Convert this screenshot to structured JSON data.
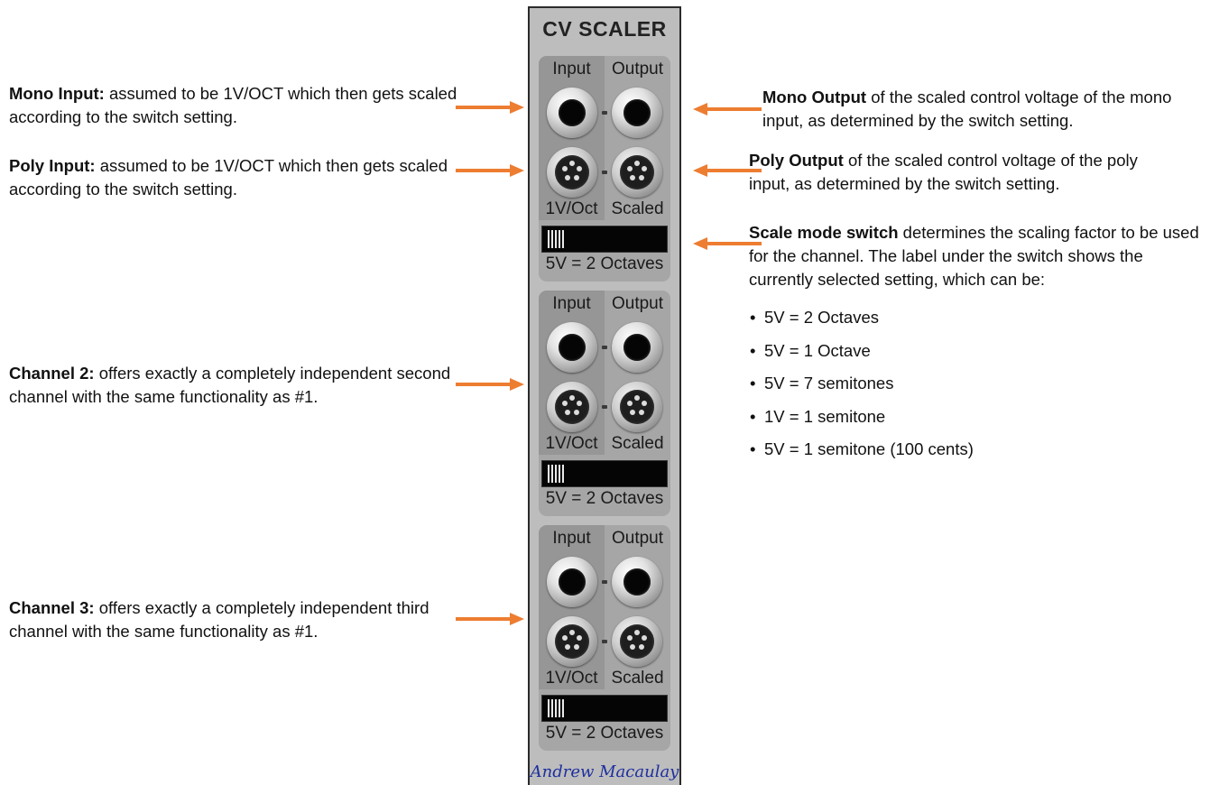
{
  "module": {
    "title": "CV SCALER",
    "signature": "Andrew Macaulay",
    "channels": [
      {
        "input_label": "Input",
        "output_label": "Output",
        "in_bottom_label": "1V/Oct",
        "out_bottom_label": "Scaled",
        "switch_label": "5V = 2 Octaves"
      },
      {
        "input_label": "Input",
        "output_label": "Output",
        "in_bottom_label": "1V/Oct",
        "out_bottom_label": "Scaled",
        "switch_label": "5V = 2 Octaves"
      },
      {
        "input_label": "Input",
        "output_label": "Output",
        "in_bottom_label": "1V/Oct",
        "out_bottom_label": "Scaled",
        "switch_label": "5V = 2 Octaves"
      }
    ]
  },
  "annotations": {
    "mono_input": {
      "bold": "Mono Input:",
      "text": " assumed to be 1V/OCT which then gets scaled according to the switch setting."
    },
    "poly_input": {
      "bold": "Poly Input:",
      "text": " assumed to be 1V/OCT which then gets scaled according to the switch setting."
    },
    "channel2": {
      "bold": "Channel 2:",
      "text": " offers exactly a completely independent second channel with the same functionality as #1."
    },
    "channel3": {
      "bold": "Channel 3:",
      "text": " offers exactly a completely independent third channel with the same functionality as #1."
    },
    "mono_output": {
      "bold": "Mono Output",
      "text": " of the scaled control voltage of the mono input, as determined by the switch setting."
    },
    "poly_output": {
      "bold": "Poly Output",
      "text": " of the scaled control voltage of the poly input, as determined by the switch setting."
    },
    "scale_switch": {
      "bold": "Scale mode switch",
      "text": " determines the scaling factor to be used for the channel. The label under the switch shows the currently selected setting, which can be:"
    }
  },
  "scale_options": [
    "5V = 2 Octaves",
    "5V = 1 Octave",
    "5V = 7 semitones",
    "1V = 1 semitone",
    "5V = 1 semitone (100 cents)"
  ],
  "colors": {
    "arrow": "#ed7d31",
    "signature": "#1e2f9e",
    "panel": "#bdbdbd"
  }
}
